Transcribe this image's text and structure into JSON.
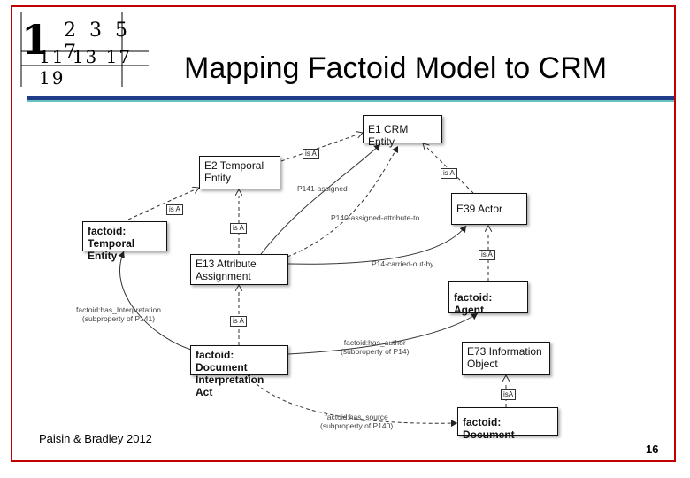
{
  "slide": {
    "title": "Mapping Factoid Model to CRM",
    "footer": "Paisin & Bradley 2012",
    "page_number": "16",
    "logo": {
      "big_digit": "1",
      "row1": "2 3 5 7",
      "row2": "11 13 17 19"
    }
  },
  "colors": {
    "frame": "#c00000",
    "rule": "#1f3c88",
    "rule_accent": "#6cc2c2"
  },
  "diagram": {
    "nodes": {
      "e1": "E1 CRM Entity",
      "e2": "E2 Temporal Entity",
      "e39": "E39 Actor",
      "factoid_temporal": "factoid: Temporal Entity",
      "e13": "E13 Attribute Assignment",
      "factoid_agent": "factoid: Agent",
      "factoid_doc_interp": "factoid: Document Interpretation Act",
      "e73": "E73 Information Object",
      "factoid_doc": "factoid: Document"
    },
    "tags": {
      "isa": "is A",
      "isa_lower": "isA"
    },
    "edge_labels": {
      "p141": "P141-assigned",
      "p140": "P140-assigned-attribute-to",
      "p14": "P14-carried-out-by",
      "has_interpretation_1": "factoid:has_Interpretation",
      "has_interpretation_2": "(subproperty of P141)",
      "has_author_1": "factoid:has_author",
      "has_author_2": "(subproperty of P14)",
      "has_source_1": "factoid:has_source",
      "has_source_2": "(subproperty of P140)"
    }
  }
}
